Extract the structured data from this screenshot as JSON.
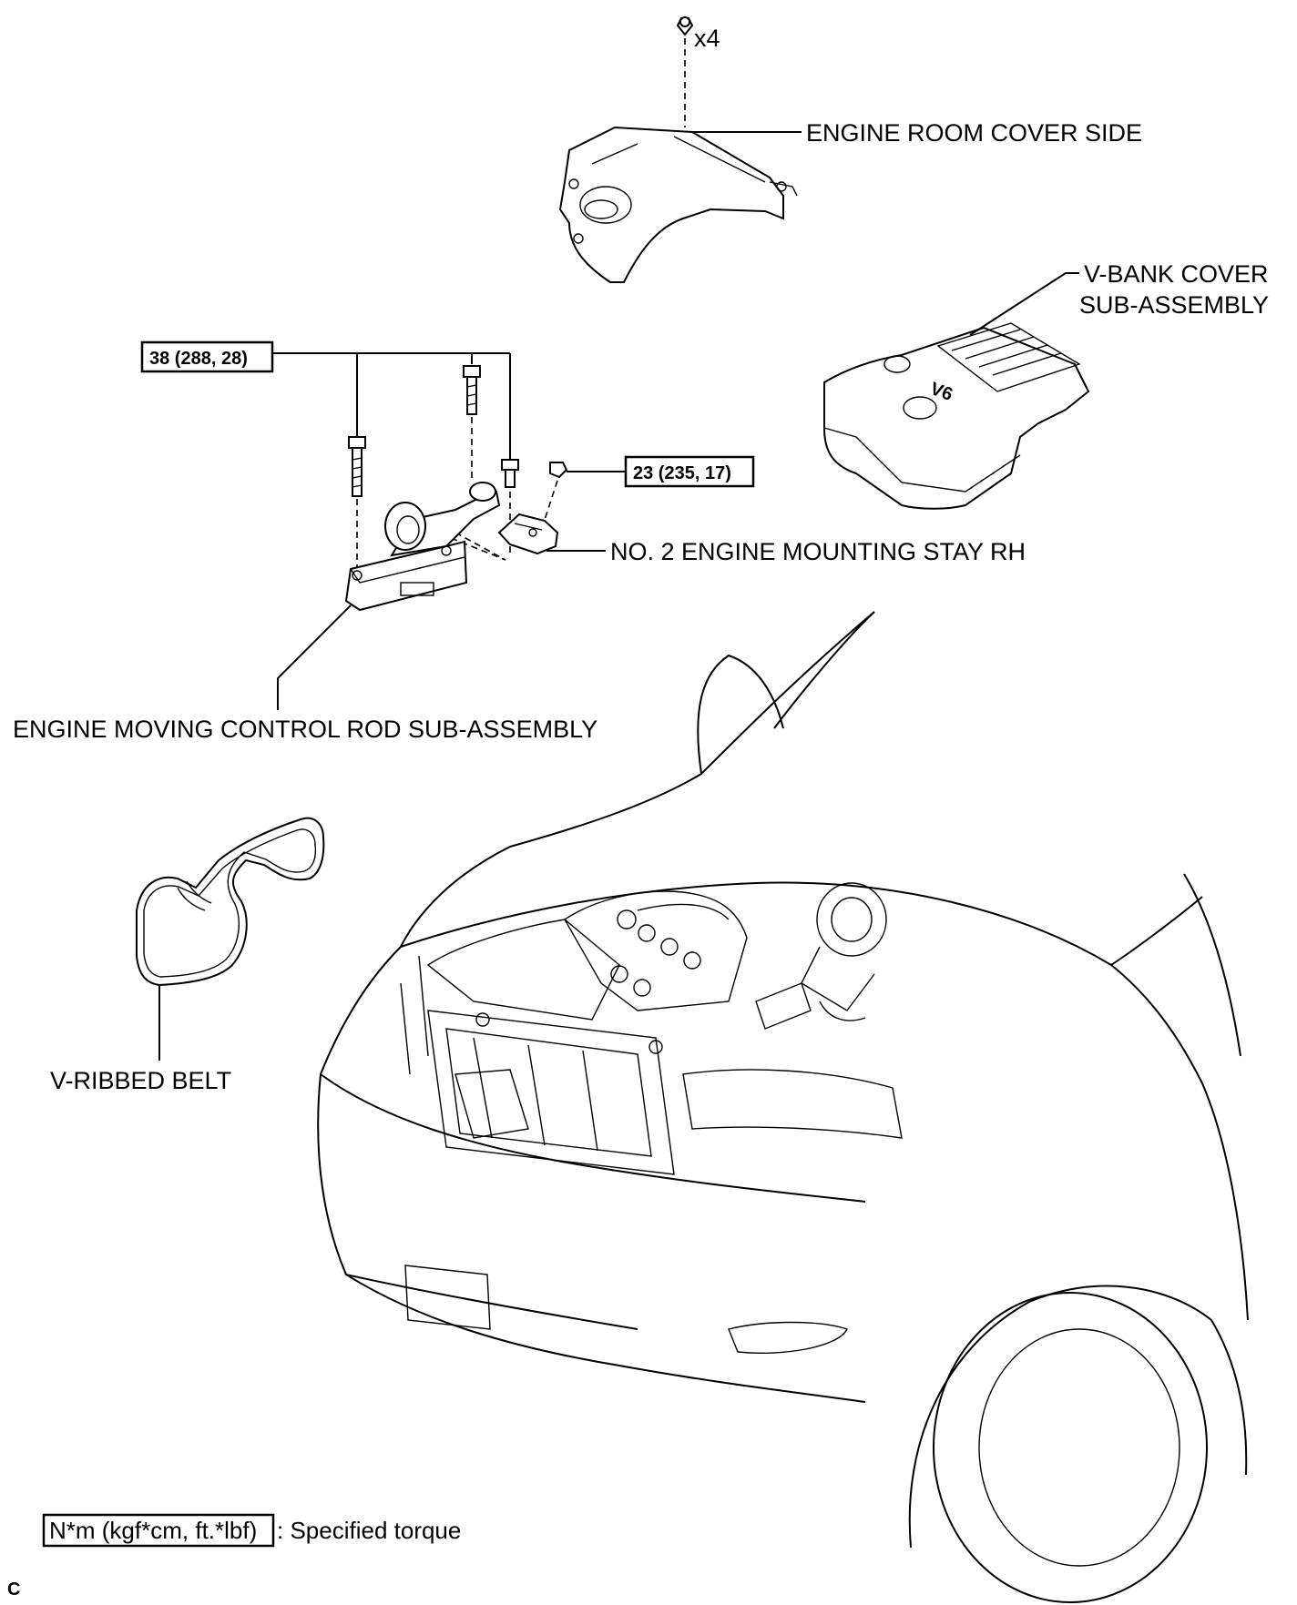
{
  "labels": {
    "fastener_count": "x4",
    "engine_room_cover_side": "ENGINE ROOM COVER SIDE",
    "v_bank_cover_line1": "V-BANK COVER",
    "v_bank_cover_line2": "SUB-ASSEMBLY",
    "no2_engine_mounting_stay": "NO. 2 ENGINE MOUNTING STAY RH",
    "engine_moving_control_rod": "ENGINE MOVING CONTROL ROD SUB-ASSEMBLY",
    "v_ribbed_belt": "V-RIBBED BELT",
    "v6_emblem": "V6"
  },
  "torque_specs": [
    {
      "value": "38 (288, 28)"
    },
    {
      "value": "23 (235, 17)"
    }
  ],
  "legend": {
    "unit_box": "N*m (kgf*cm, ft.*lbf)",
    "description": ": Specified torque"
  },
  "corner_code": "C",
  "colors": {
    "ink": "#000000",
    "background": "#ffffff"
  }
}
